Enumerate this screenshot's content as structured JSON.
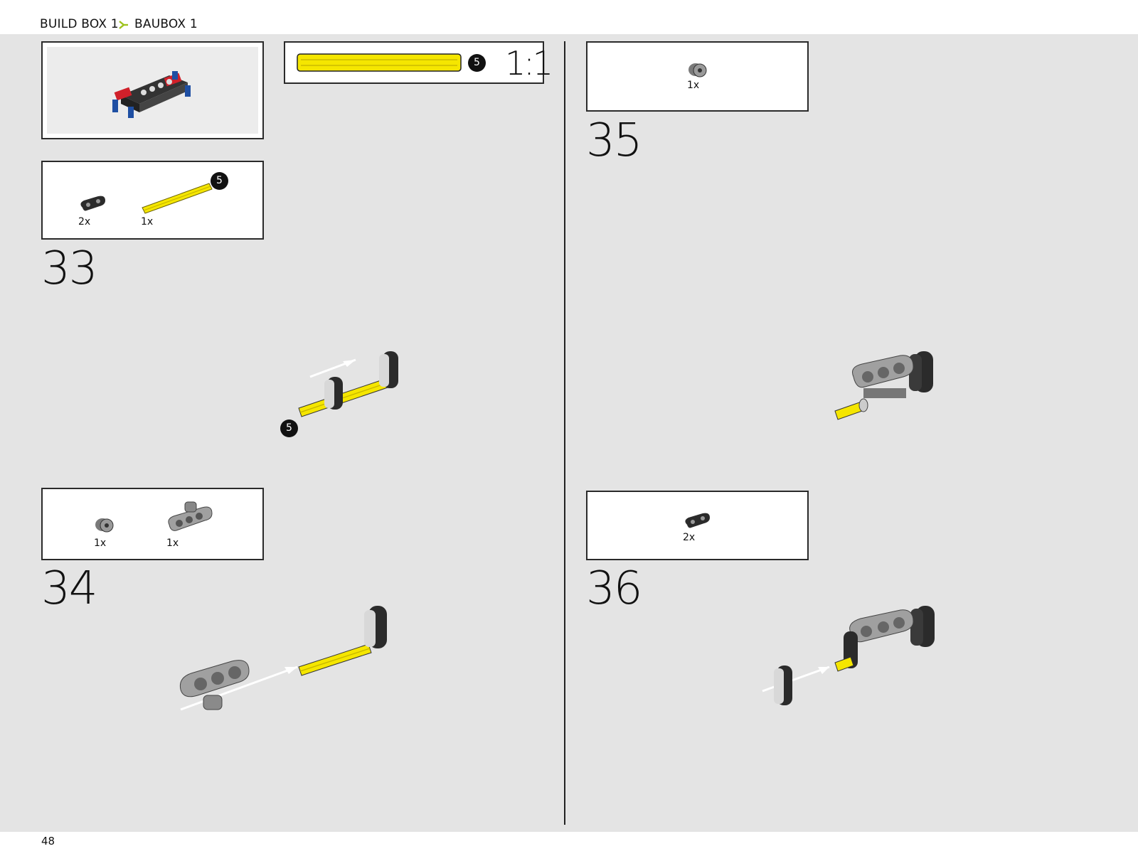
{
  "header": {
    "crumb_en": "BUILD BOX 1",
    "crumb_de": "BAUBOX 1",
    "accent": "#9dc21c"
  },
  "footer": {
    "page_number": "48"
  },
  "callouts": {
    "axle_length_badge": "5",
    "scale_label": "1:1"
  },
  "steps": [
    {
      "number": "33",
      "parts": [
        {
          "icon": "black-liftarm-2-icon",
          "qty": "2x"
        },
        {
          "icon": "yellow-axle-5-icon",
          "qty": "1x",
          "badge": "5"
        }
      ],
      "assembly_badge": "5"
    },
    {
      "number": "34",
      "parts": [
        {
          "icon": "bush-icon",
          "qty": "1x"
        },
        {
          "icon": "grey-liftarm-3-icon",
          "qty": "1x"
        }
      ]
    },
    {
      "number": "35",
      "parts": [
        {
          "icon": "bush-icon",
          "qty": "1x"
        }
      ]
    },
    {
      "number": "36",
      "parts": [
        {
          "icon": "black-liftarm-2-icon",
          "qty": "2x"
        }
      ]
    }
  ]
}
